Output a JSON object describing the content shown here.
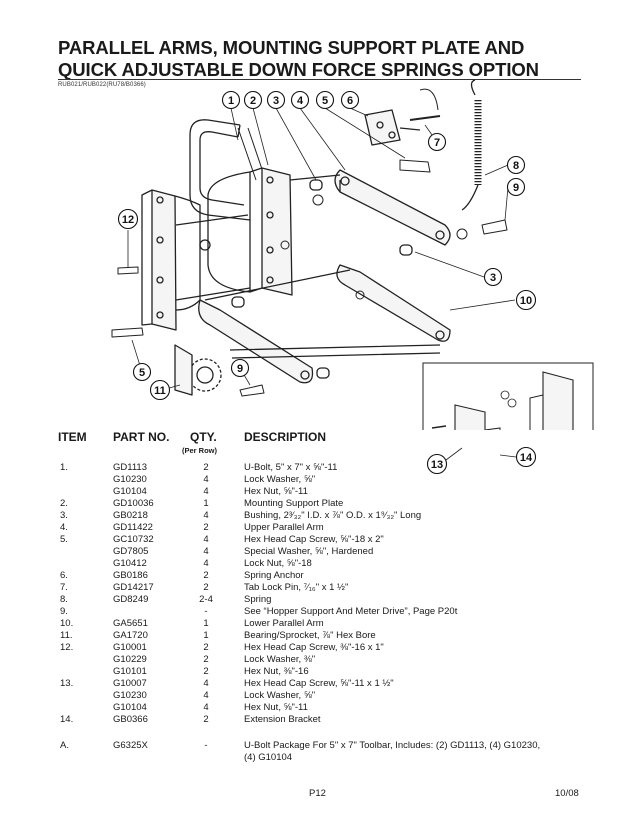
{
  "page": {
    "title_line1": "PARALLEL ARMS, MOUNTING SUPPORT PLATE AND",
    "title_line2": "QUICK ADJUSTABLE DOWN FORCE SPRINGS OPTION",
    "ref_code": "RUB021/RUB022(RU78/B0366)"
  },
  "callouts": {
    "c1": "1",
    "c2": "2",
    "c3": "3",
    "c4": "4",
    "c5": "5",
    "c6": "6",
    "c7": "7",
    "c8": "8",
    "c9": "9",
    "c10": "10",
    "c11": "11",
    "c12": "12",
    "c13": "13",
    "c14": "14",
    "c3b": "3",
    "c5b": "5",
    "c9b": "9"
  },
  "table": {
    "headers": {
      "item": "ITEM",
      "part": "PART NO.",
      "qty": "QTY.",
      "qty_sub": "(Per Row)",
      "desc": "DESCRIPTION"
    },
    "rows": [
      {
        "item": "1.",
        "part": "GD1113",
        "qty": "2",
        "desc": "U-Bolt, 5\" x 7\" x ⅝\"-11"
      },
      {
        "item": "",
        "part": "G10230",
        "qty": "4",
        "desc": "Lock Washer, ⅝\""
      },
      {
        "item": "",
        "part": "G10104",
        "qty": "4",
        "desc": "Hex Nut, ⅝\"-11"
      },
      {
        "item": "2.",
        "part": "GD10036",
        "qty": "1",
        "desc": "Mounting Support Plate"
      },
      {
        "item": "3.",
        "part": "GB0218",
        "qty": "4",
        "desc": "Bushing, 2³⁄₃₂\" I.D. x ⅞\" O.D. x 1⁹⁄₃₂\" Long"
      },
      {
        "item": "4.",
        "part": "GD11422",
        "qty": "2",
        "desc": "Upper Parallel Arm"
      },
      {
        "item": "5.",
        "part": "GC10732",
        "qty": "4",
        "desc": "Hex Head Cap Screw, ⅝\"-18 x 2\""
      },
      {
        "item": "",
        "part": "GD7805",
        "qty": "4",
        "desc": "Special Washer, ⅝\", Hardened"
      },
      {
        "item": "",
        "part": "G10412",
        "qty": "4",
        "desc": "Lock Nut, ⅝\"-18"
      },
      {
        "item": "6.",
        "part": "GB0186",
        "qty": "2",
        "desc": "Spring Anchor"
      },
      {
        "item": "7.",
        "part": "GD14217",
        "qty": "2",
        "desc": "Tab Lock Pin, ⁷⁄₁₆\" x 1 ½\""
      },
      {
        "item": "8.",
        "part": "GD8249",
        "qty": "2-4",
        "desc": "Spring"
      },
      {
        "item": "9.",
        "part": "",
        "qty": "-",
        "desc": "See “Hopper Support And Meter Drive”, Page P20t"
      },
      {
        "item": "10.",
        "part": "GA5651",
        "qty": "1",
        "desc": "Lower Parallel Arm"
      },
      {
        "item": "11.",
        "part": "GA1720",
        "qty": "1",
        "desc": "Bearing/Sprocket, ⅞\" Hex Bore"
      },
      {
        "item": "12.",
        "part": "G10001",
        "qty": "2",
        "desc": "Hex Head Cap Screw, ⅜\"-16 x 1\""
      },
      {
        "item": "",
        "part": "G10229",
        "qty": "2",
        "desc": "Lock Washer, ⅜\""
      },
      {
        "item": "",
        "part": "G10101",
        "qty": "2",
        "desc": "Hex Nut, ⅜\"-16"
      },
      {
        "item": "13.",
        "part": "G10007",
        "qty": "4",
        "desc": "Hex Head Cap Screw, ⅝\"-11 x 1 ½\""
      },
      {
        "item": "",
        "part": "G10230",
        "qty": "4",
        "desc": "Lock Washer, ⅝\""
      },
      {
        "item": "",
        "part": "G10104",
        "qty": "4",
        "desc": "Hex Nut, ⅝\"-11"
      },
      {
        "item": "14.",
        "part": "GB0366",
        "qty": "2",
        "desc": "Extension Bracket"
      },
      {
        "item": "A.",
        "part": "G6325X",
        "qty": "-",
        "desc": "U-Bolt Package For 5\" x 7\" Toolbar, Includes: (2) GD1113, (4) G10230,"
      },
      {
        "item": "",
        "part": "",
        "qty": "",
        "desc": "(4) G10104"
      }
    ]
  },
  "footer": {
    "page_no": "P12",
    "date": "10/08"
  }
}
